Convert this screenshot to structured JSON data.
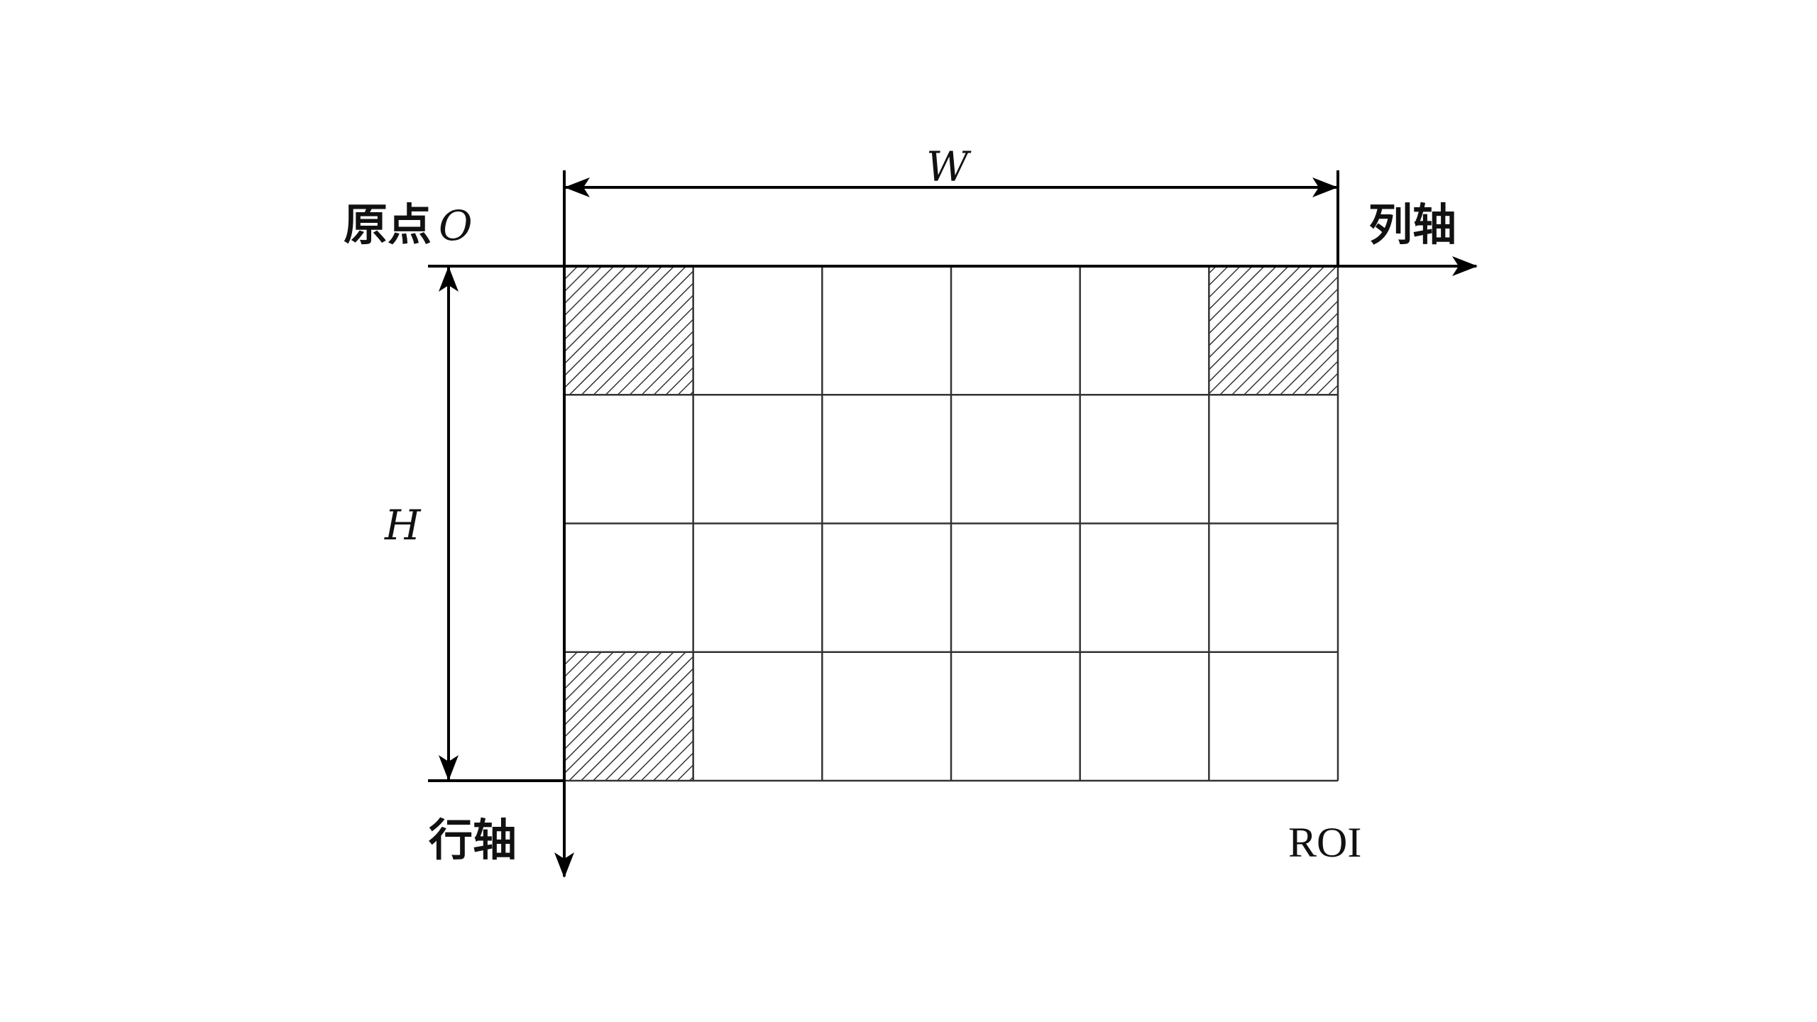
{
  "labels": {
    "origin_text": "原点",
    "origin_symbol": "O",
    "column_axis": "列轴",
    "row_axis": "行轴",
    "width_symbol": "W",
    "height_symbol": "H",
    "roi": "ROI"
  },
  "grid": {
    "rows": 4,
    "cols": 6,
    "hatched_cells": [
      {
        "row": 0,
        "col": 0
      },
      {
        "row": 0,
        "col": 5
      },
      {
        "row": 3,
        "col": 0
      }
    ]
  },
  "colors": {
    "line": "#000000",
    "grid": "#333333",
    "hatch": "#333333",
    "background": "#ffffff"
  }
}
